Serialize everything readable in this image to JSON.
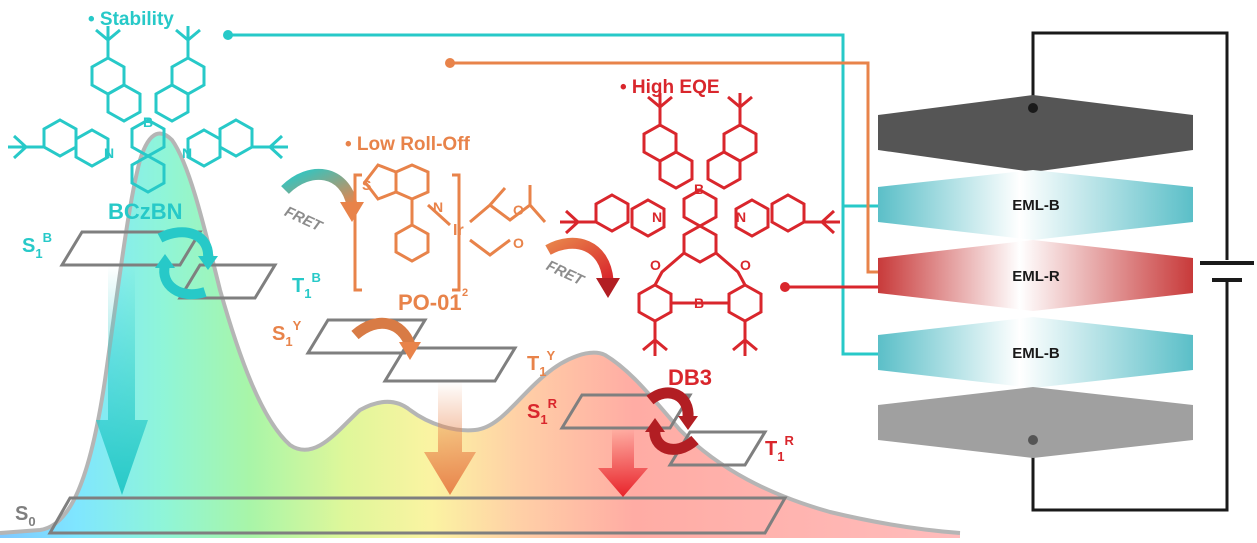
{
  "labels": {
    "stability": "• Stability",
    "low_rolloff": "• Low Roll-Off",
    "high_eqe": "• High EQE",
    "bczbn": "BCzBN",
    "po01": "PO-01",
    "db3": "DB3",
    "fret": "FRET",
    "po01_sub": "2",
    "boron": "B",
    "nitrogen": "N",
    "oxygen": "O",
    "sulfur": "S",
    "iridium": "Ir"
  },
  "states": {
    "s1b": {
      "main": "S",
      "sub": "1",
      "sup": "B"
    },
    "t1b": {
      "main": "T",
      "sub": "1",
      "sup": "B"
    },
    "s1y": {
      "main": "S",
      "sub": "1",
      "sup": "Y"
    },
    "t1y": {
      "main": "T",
      "sub": "1",
      "sup": "Y"
    },
    "s1r": {
      "main": "S",
      "sub": "1",
      "sup": "R"
    },
    "t1r": {
      "main": "T",
      "sub": "1",
      "sup": "R"
    },
    "s0": {
      "main": "S",
      "sub": "0"
    }
  },
  "device": {
    "layers": [
      "EML-B",
      "EML-R",
      "EML-B"
    ]
  },
  "colors": {
    "blue": "#27c9c8",
    "orange": "#e8834a",
    "red": "#d9262c",
    "gray": "#7f7f7f"
  }
}
